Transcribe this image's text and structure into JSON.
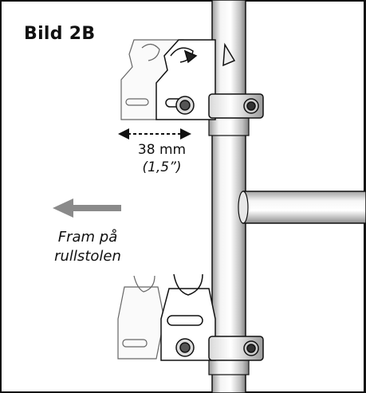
{
  "figure": {
    "title": "Bild 2B",
    "measurement_mm": "38 mm",
    "measurement_in": "(1,5”)",
    "direction_line1": "Fram på",
    "direction_line2": "rullstolen"
  },
  "colors": {
    "outline": "#111111",
    "arrow_gray": "#8a8a8a",
    "tube_light": "#f2f2f2",
    "tube_shade": "#a9a9a9"
  }
}
